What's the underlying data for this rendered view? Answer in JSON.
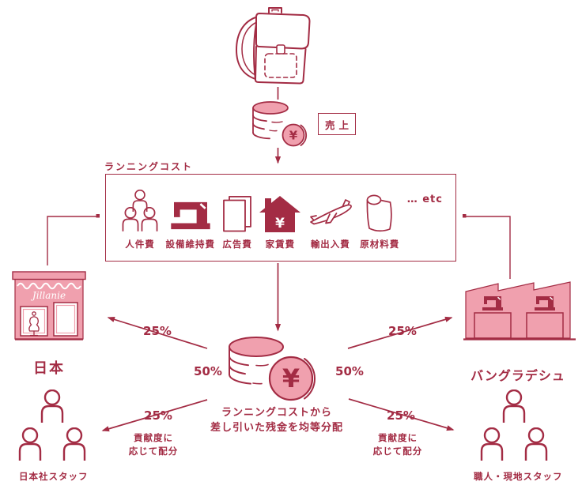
{
  "colors": {
    "primary_dark_red": "#A32C44",
    "pink": "#F0A0AE",
    "background": "#FFFFFF"
  },
  "header": {
    "product_icon": "randoseru-schoolbag-icon",
    "revenue_label": "売上"
  },
  "running_costs": {
    "title": "ランニングコスト",
    "items": [
      {
        "label": "人件費",
        "icon": "people-icon"
      },
      {
        "label": "設備維持費",
        "icon": "sewing-machine-icon"
      },
      {
        "label": "広告費",
        "icon": "flyers-icon"
      },
      {
        "label": "家賃費",
        "icon": "house-yen-icon"
      },
      {
        "label": "輸出入費",
        "icon": "airplane-icon"
      },
      {
        "label": "原材料費",
        "icon": "fabric-roll-icon"
      }
    ],
    "etc_label": "… etc"
  },
  "center": {
    "coins_icon": "coin-stack-yen-icon",
    "yen_symbol": "¥",
    "note_line1": "ランニングコストから",
    "note_line2": "差し引いた残金を均等分配"
  },
  "left_branch": {
    "country_label": "日本",
    "shop_sign": "Jillanie",
    "upper_percent": "25%",
    "mid_percent": "50%",
    "lower_percent": "25%",
    "contribution_line1": "貢献度に",
    "contribution_line2": "応じて配分",
    "staff_label": "日本社スタッフ"
  },
  "right_branch": {
    "country_label": "バングラデシュ",
    "upper_percent": "25%",
    "mid_percent": "50%",
    "lower_percent": "25%",
    "contribution_line1": "貢献度に",
    "contribution_line2": "応じて配分",
    "staff_label": "職人・現地スタッフ"
  }
}
